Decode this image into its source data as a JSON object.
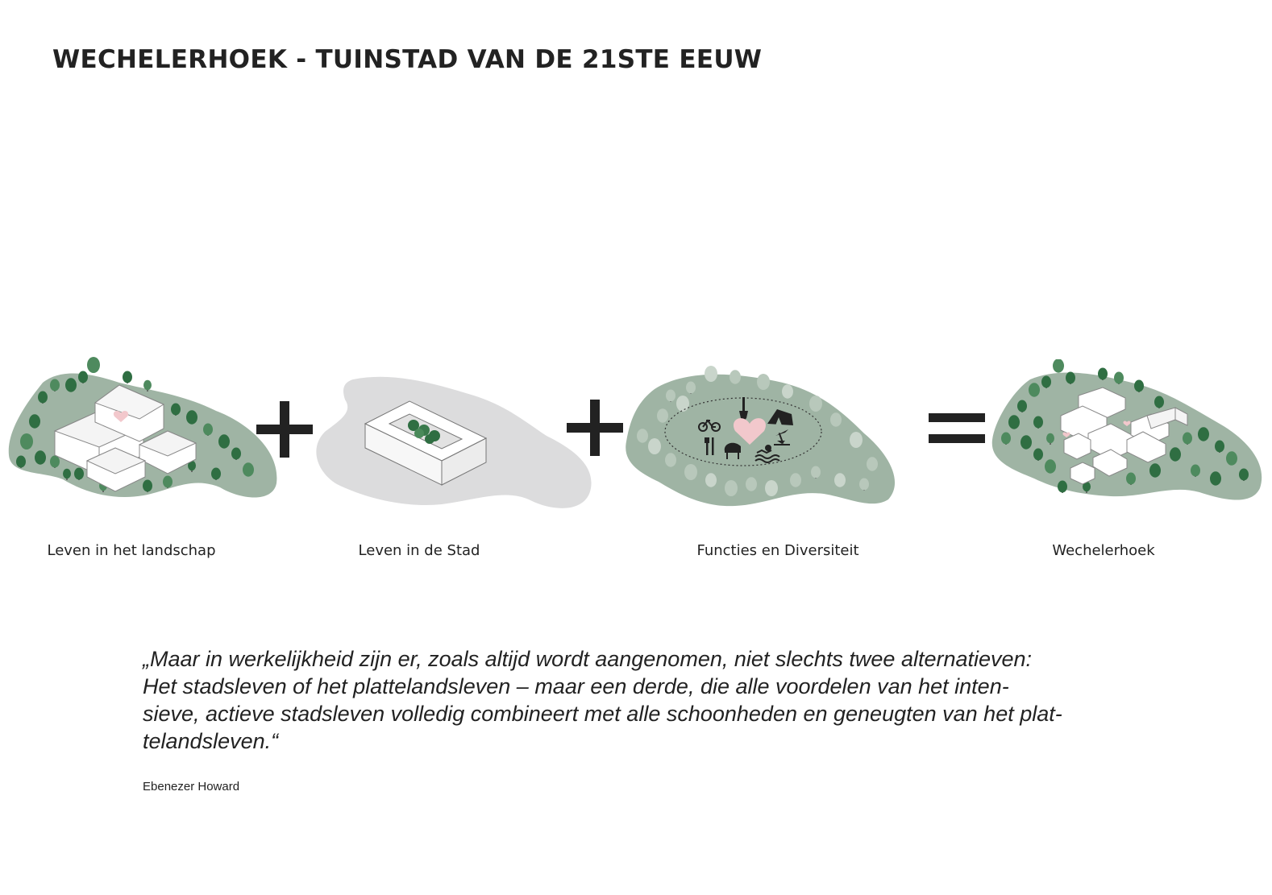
{
  "title": "WECHELERHOEK - TUINSTAD VAN DE 21STE EEUW",
  "panels": [
    {
      "caption": "Leven in het landschap"
    },
    {
      "caption": "Leven in de Stad"
    },
    {
      "caption": "Functies en Diversiteit"
    },
    {
      "caption": "Wechelerhoek"
    }
  ],
  "operators": [
    "plus",
    "plus",
    "equals"
  ],
  "quote": {
    "lines": [
      "„Maar in werkelijkheid zijn er, zoals altijd wordt aangenomen, niet slechts twee alternatieven:",
      "Het stadsleven of het plattelandsleven – maar een derde, die alle voordelen van het inten-",
      "sieve, actieve stadsleven volledig combineert met alle schoonheden en geneugten van het plat-",
      "telandsleven.“"
    ],
    "author": "Ebenezer Howard"
  },
  "colors": {
    "landscape": "#9fb4a4",
    "tree_dark": "#2f6e42",
    "tree_light": "#b8c8bb",
    "city_ground": "#dcdcdd",
    "building": "#ffffff",
    "heart": "#f2c8cc",
    "icon": "#222222",
    "text": "#222222"
  },
  "icons": [
    "bicycle-icon",
    "shovel-icon",
    "heart-icon",
    "tent-icon",
    "cutlery-icon",
    "piano-icon",
    "swimming-icon",
    "beach-umbrella-icon"
  ]
}
